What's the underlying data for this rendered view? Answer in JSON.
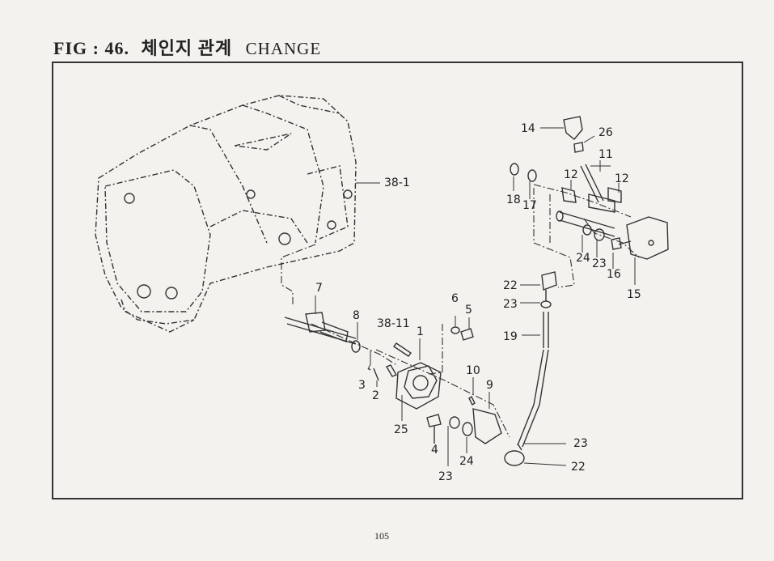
{
  "figure": {
    "prefix": "FIG : 46.",
    "korean_title": "체인지 관계",
    "english_title": "CHANGE"
  },
  "callouts": {
    "c1": "1",
    "c2": "2",
    "c3": "3",
    "c4": "4",
    "c5": "5",
    "c6": "6",
    "c7": "7",
    "c8": "8",
    "c9": "9",
    "c10": "10",
    "c11": "11",
    "c12a": "12",
    "c12b": "12",
    "c14": "14",
    "c15": "15",
    "c16": "16",
    "c17": "17",
    "c18": "18",
    "c19": "19",
    "c22a": "22",
    "c22b": "22",
    "c23a": "23",
    "c23b": "23",
    "c23c": "23",
    "c23d": "23",
    "c24a": "24",
    "c24b": "24",
    "c25": "25",
    "c26": "26",
    "c38_1": "38-1",
    "c38_11": "38-11"
  },
  "page_number": "105"
}
